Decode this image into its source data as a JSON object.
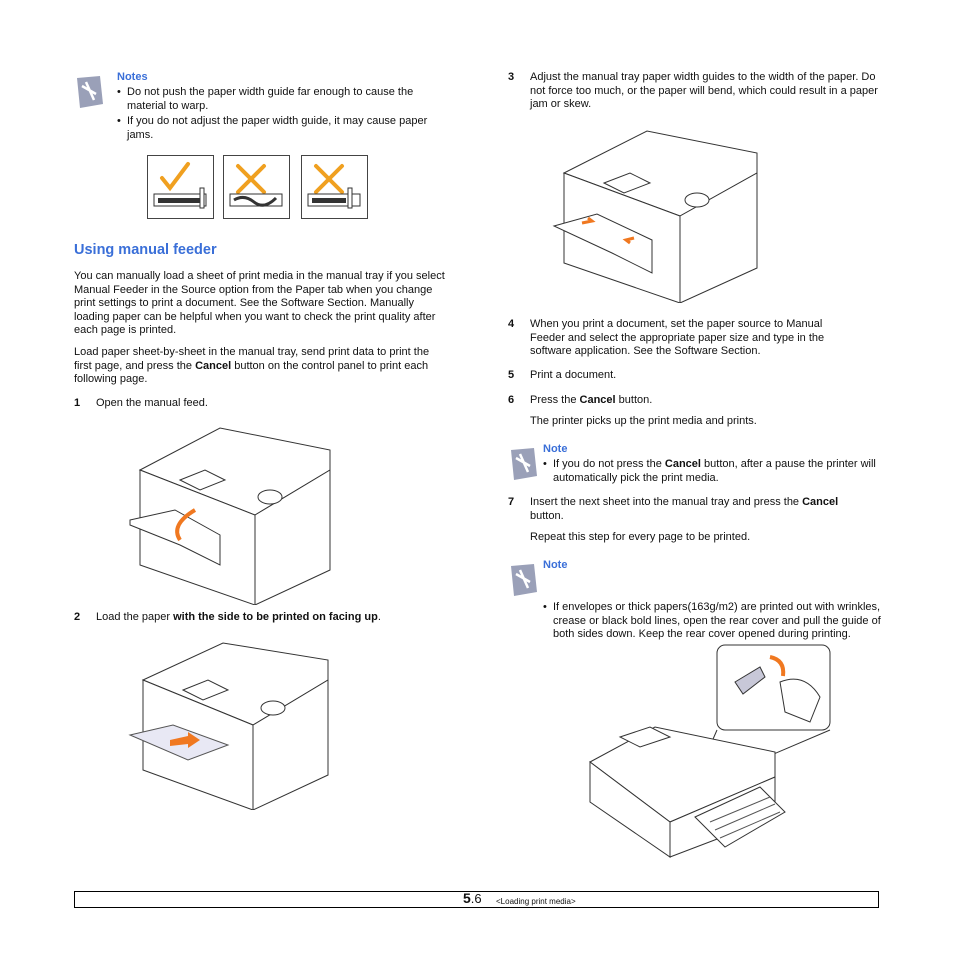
{
  "left": {
    "notes_title": "Notes",
    "notes": [
      "Do not push the paper width guide far enough to cause the material to warp.",
      "If you do not adjust the paper width guide, it may cause paper jams."
    ],
    "section_heading": "Using manual feeder",
    "para1": "You can manually load a sheet of print media in the manual tray if you select Manual Feeder in the Source option from the Paper tab when you change print settings to print a document. See the Software Section. Manually loading paper can be helpful when you want to check the print quality after each page is printed.",
    "para2_a": "Load paper sheet-by-sheet in the manual tray, send print data to print the first page, and press the ",
    "para2_b": "Cancel",
    "para2_c": " button on the control panel to print each following page.",
    "step1_num": "1",
    "step1_text": "Open the manual feed.",
    "step2_num": "2",
    "step2_a": "Load the paper ",
    "step2_b": "with the side to be printed on facing up",
    "step2_c": "."
  },
  "right": {
    "step3_num": "3",
    "step3_text": "Adjust the manual tray paper width guides to the width of the paper. Do not force too much, or the paper will bend, which could result in a paper jam or skew.",
    "step4_num": "4",
    "step4_text": "When you print a document, set the paper source to Manual Feeder and select the appropriate paper size and type in the software application. See the Software Section.",
    "step5_num": "5",
    "step5_text": "Print a document.",
    "step6_num": "6",
    "step6_a": "Press the ",
    "step6_b": "Cancel",
    "step6_c": " button.",
    "step6_sub": "The printer picks up the print media and prints.",
    "note1_title": "Note",
    "note1_a": "If you do not press the ",
    "note1_b": "Cancel",
    "note1_c": " button, after a pause the printer will automatically pick the print media.",
    "step7_num": "7",
    "step7_a": "Insert the next sheet into the manual tray and press the ",
    "step7_b": "Cancel",
    "step7_c": " button.",
    "step7_sub": "Repeat this step for every page to be printed.",
    "note2_title": "Note",
    "note2_text": "If envelopes or thick papers(163g/m2) are printed out with wrinkles, crease or black bold lines, open the rear cover and pull the guide of both sides down. Keep the rear cover opened during printing."
  },
  "footer": {
    "page_major": "5",
    "page_minor": ".6",
    "section": "<Loading print media>"
  },
  "colors": {
    "accent": "#3a6fd8",
    "check": "#f0a020",
    "cross": "#f0a020",
    "arrow": "#f07820"
  }
}
